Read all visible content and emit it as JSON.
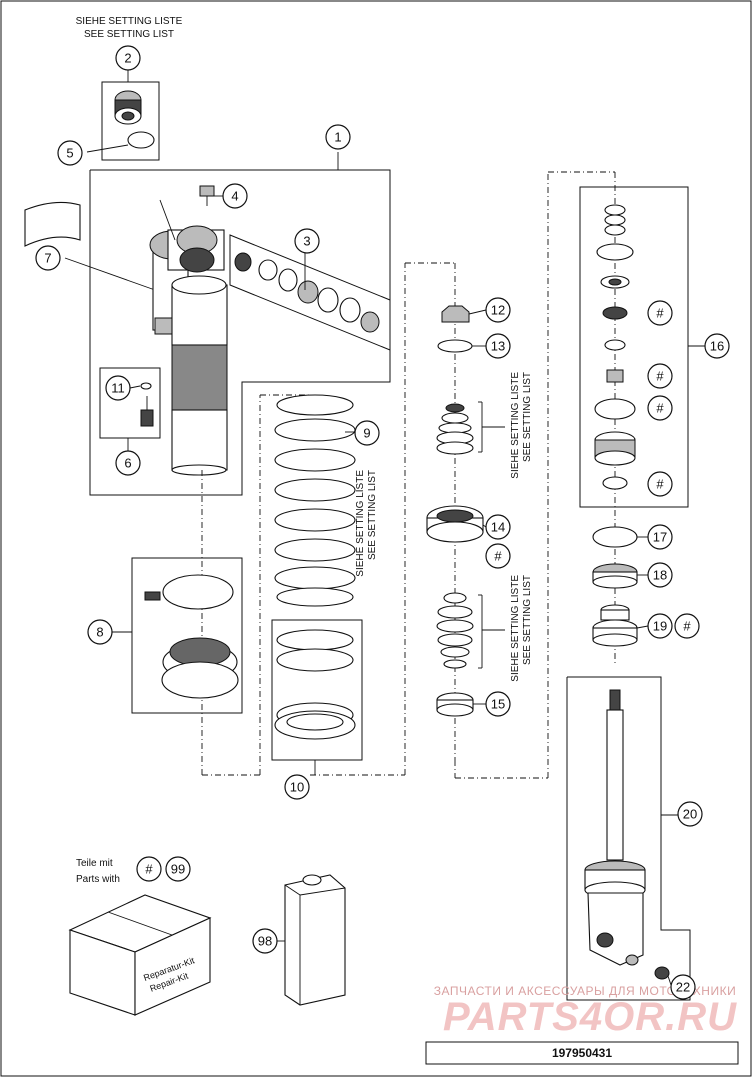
{
  "setting_note_top": {
    "de": "SIEHE SETTING LISTE",
    "en": "SEE SETTING LIST"
  },
  "setting_note_spring": {
    "de": "SIEHE SETTING LISTE",
    "en": "SEE SETTING LIST"
  },
  "setting_note_upper_stack": {
    "de": "SIEHE SETTING LISTE",
    "en": "SEE SETTING LIST"
  },
  "setting_note_lower_stack": {
    "de": "SIEHE SETTING LISTE",
    "en": "SEE SETTING LIST"
  },
  "callouts": {
    "c1": "1",
    "c2": "2",
    "c3": "3",
    "c4": "4",
    "c5": "5",
    "c6": "6",
    "c7": "7",
    "c8": "8",
    "c9": "9",
    "c10": "10",
    "c11": "11",
    "c12": "12",
    "c13": "13",
    "c14": "14",
    "c15": "15",
    "c16": "16",
    "c17": "17",
    "c18": "18",
    "c19": "19",
    "c20": "20",
    "c22": "22",
    "c98": "98",
    "c99": "99"
  },
  "hash_symbol": "#",
  "kit_note": {
    "line1": "Teile mit",
    "line2": "Parts with"
  },
  "kit_box": {
    "label1": "Reparatur-Kit",
    "label2": "Repair-Kit"
  },
  "watermark": {
    "line1": "ЗАПЧАСТИ И АКСЕССУАРЫ ДЛЯ МОТОТЕХНИКИ",
    "line2": "PARTS4OR.RU"
  },
  "diagram_number": "197950431"
}
